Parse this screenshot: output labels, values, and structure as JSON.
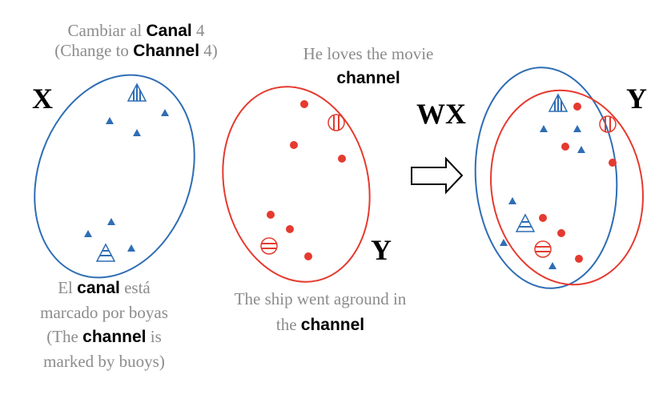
{
  "colors": {
    "blue": "#2e6db4",
    "red": "#e53a2f",
    "gray": "#8c8c8c"
  },
  "labels": {
    "x": "X",
    "y_middle": "Y",
    "wx": "WX",
    "y_right": "Y"
  },
  "captions": {
    "top_left": {
      "line1_pre": "Cambiar al ",
      "line1_bold": "Canal",
      "line1_post": " 4",
      "line2_pre": "(Change to ",
      "line2_bold": "Channel",
      "line2_post": " 4)"
    },
    "bottom_left": {
      "line1_pre": "El ",
      "line1_bold": "canal",
      "line1_post": " está",
      "line2": "marcado por boyas",
      "line3_pre": "(The ",
      "line3_bold": "channel",
      "line3_post": " is",
      "line4": "marked by buoys)"
    },
    "top_middle": {
      "line1": "He loves the movie",
      "line2_bold": "channel"
    },
    "bottom_middle": {
      "line1": "The ship went aground in",
      "line2_pre": "the ",
      "line2_bold": "channel"
    }
  },
  "icons": {
    "arrow": "right-arrow-icon"
  }
}
